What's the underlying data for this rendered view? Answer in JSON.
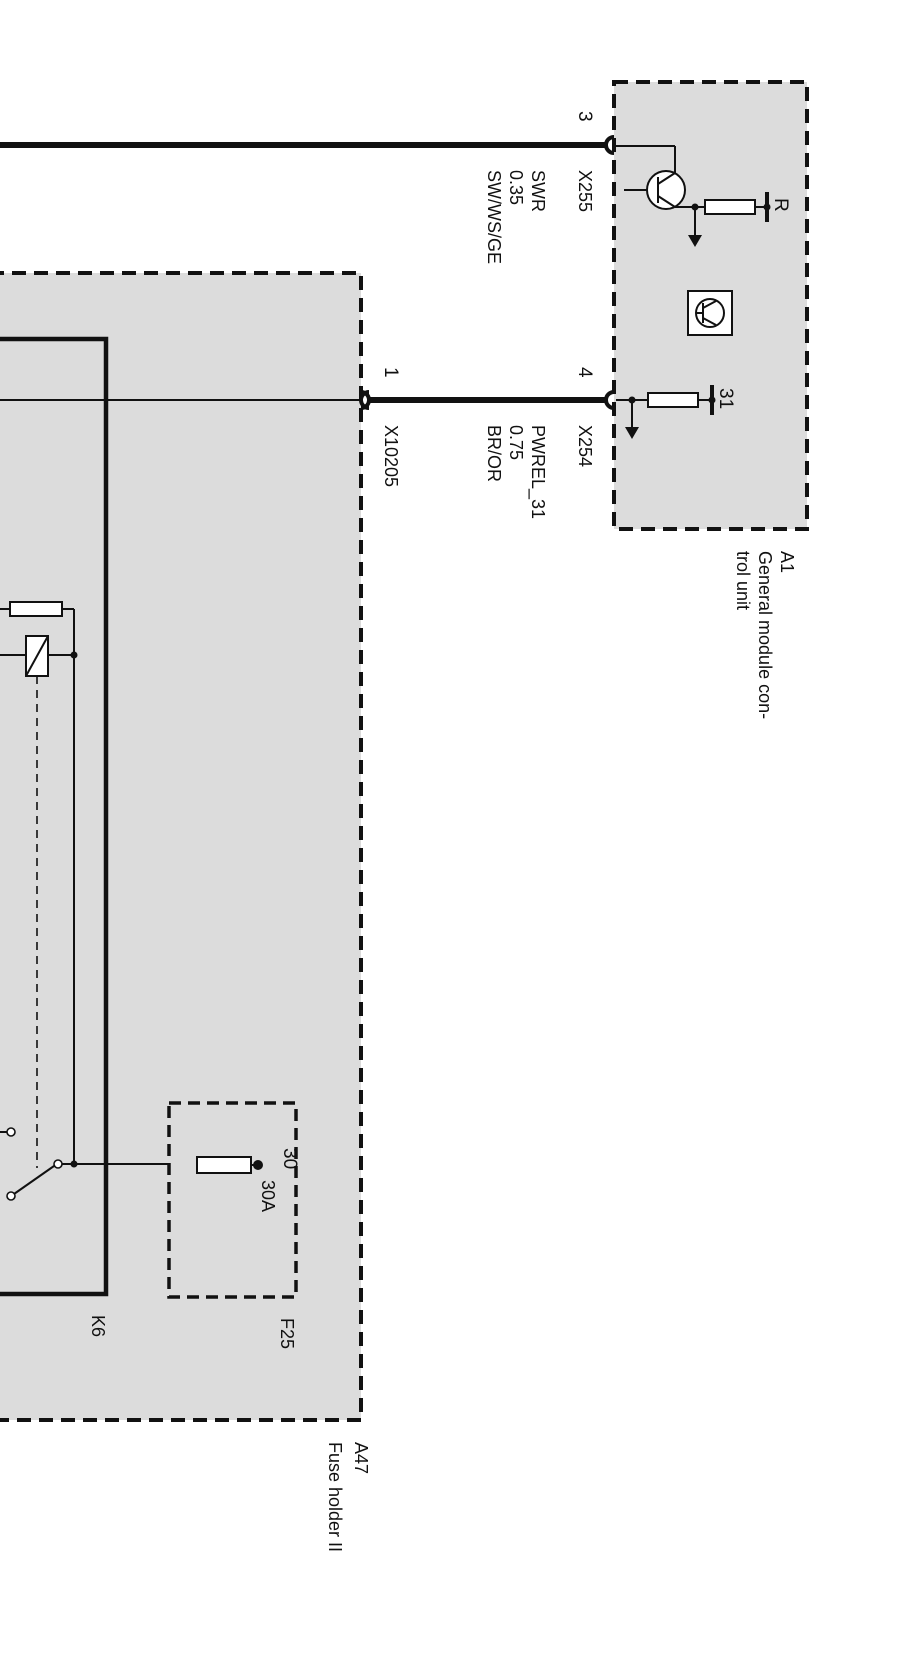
{
  "modules": {
    "a1": {
      "id": "A1",
      "name": "General module con-\ntrol unit"
    },
    "a47": {
      "id": "A47",
      "name": "Fuse holder II"
    }
  },
  "components": {
    "k6": {
      "id": "K6"
    },
    "f25": {
      "id": "F25",
      "terminal": "30",
      "rating": "30A"
    }
  },
  "pins": {
    "p3": "3",
    "p4": "4",
    "p1": "1"
  },
  "terminals": {
    "r": "R",
    "t31": "31"
  },
  "connectors": {
    "x255": "X255",
    "x254": "X254",
    "x10205": "X10205"
  },
  "wires": {
    "upper": {
      "signal": "SWR",
      "gauge": "0.35",
      "color": "SW/WS/GE"
    },
    "lower": {
      "signal": "PWREL_31",
      "gauge": "0.75",
      "color": "BR/OR"
    }
  }
}
